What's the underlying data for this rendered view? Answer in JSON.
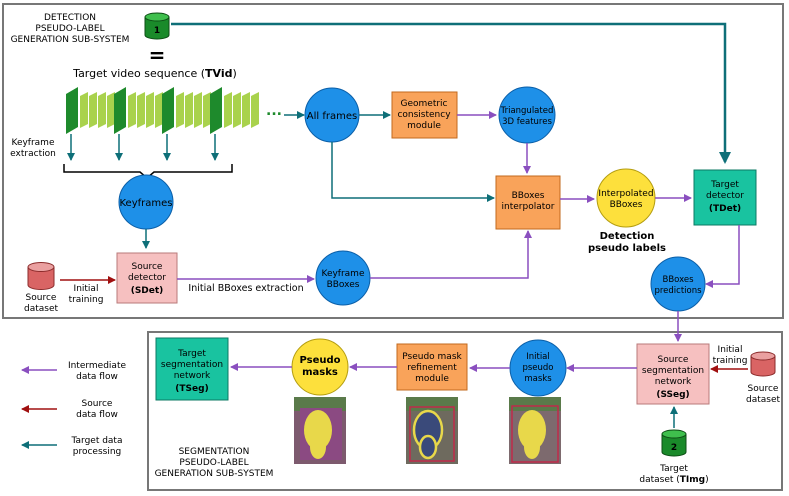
{
  "top_section": {
    "title_line1": "DETECTION",
    "title_line2": "PSEUDO-LABEL",
    "title_line3": "GENERATION SUB-SYSTEM",
    "db1_number": "1",
    "equals": "=",
    "video_label_prefix": "Target video sequence (",
    "video_label_bold": "TVid",
    "video_label_suffix": ")",
    "ellipsis": "...",
    "keyframe_extraction_line1": "Keyframe",
    "keyframe_extraction_line2": "extraction",
    "keyframes": "Keyframes",
    "all_frames": "All frames",
    "geometric_line1": "Geometric",
    "geometric_line2": "consistency",
    "geometric_line3": "module",
    "triangulated_line1": "Triangulated",
    "triangulated_line2": "3D features",
    "bboxes_interp_line1": "BBoxes",
    "bboxes_interp_line2": "interpolator",
    "interp_bboxes_line1": "Interpolated",
    "interp_bboxes_line2": "BBoxes",
    "detection_pl_line1": "Detection",
    "detection_pl_line2": "pseudo labels",
    "target_detector_line1": "Target",
    "target_detector_line2": "detector",
    "target_detector_bold": "(TDet)",
    "source_dataset_line1": "Source",
    "source_dataset_line2": "dataset",
    "initial_training_line1": "Initial",
    "initial_training_line2": "training",
    "source_detector_line1": "Source",
    "source_detector_line2": "detector",
    "source_detector_bold": "(SDet)",
    "initial_bboxes_extraction": "Initial BBoxes extraction",
    "keyframe_bboxes_line1": "Keyframe",
    "keyframe_bboxes_line2": "BBoxes",
    "bboxes_predictions_line1": "BBoxes",
    "bboxes_predictions_line2": "predictions"
  },
  "bottom_section": {
    "title_line1": "SEGMENTATION",
    "title_line2": "PSEUDO-LABEL",
    "title_line3": "GENERATION SUB-SYSTEM",
    "target_seg_line1": "Target",
    "target_seg_line2": "segmentation",
    "target_seg_line3": "network",
    "target_seg_bold": "(TSeg)",
    "pseudo_masks_line1": "Pseudo",
    "pseudo_masks_line2": "masks",
    "refinement_line1": "Pseudo mask",
    "refinement_line2": "refinement",
    "refinement_line3": "module",
    "initial_masks_line1": "Initial",
    "initial_masks_line2": "pseudo",
    "initial_masks_line3": "masks",
    "source_seg_line1": "Source",
    "source_seg_line2": "segmentation",
    "source_seg_line3": "network",
    "source_seg_bold": "(SSeg)",
    "initial_training_line1": "Initial",
    "initial_training_line2": "training",
    "source_dataset_line1": "Source",
    "source_dataset_line2": "dataset",
    "db2_number": "2",
    "target_dataset_line1": "Target",
    "target_dataset_line2_prefix": "dataset (",
    "target_dataset_line2_bold": "TImg",
    "target_dataset_line2_suffix": ")"
  },
  "legend": {
    "intermediate_line1": "Intermediate",
    "intermediate_line2": "data flow",
    "source_line1": "Source",
    "source_line2": "data flow",
    "target_line1": "Target data",
    "target_line2": "processing"
  },
  "colors": {
    "blue_node": "#1e90e8",
    "orange_node": "#f9a35a",
    "yellow_node": "#fde03c",
    "teal_node": "#19c3a0",
    "pink_node": "#f6c0c0",
    "purple_arrow": "#8a4fbf",
    "red_arrow": "#a01010",
    "teal_arrow": "#0e6f78",
    "dark_green_frame": "#1e8a2c",
    "light_green_frame": "#a9d24d",
    "db_green": "#1a8a2a",
    "db_red": "#d96464"
  }
}
